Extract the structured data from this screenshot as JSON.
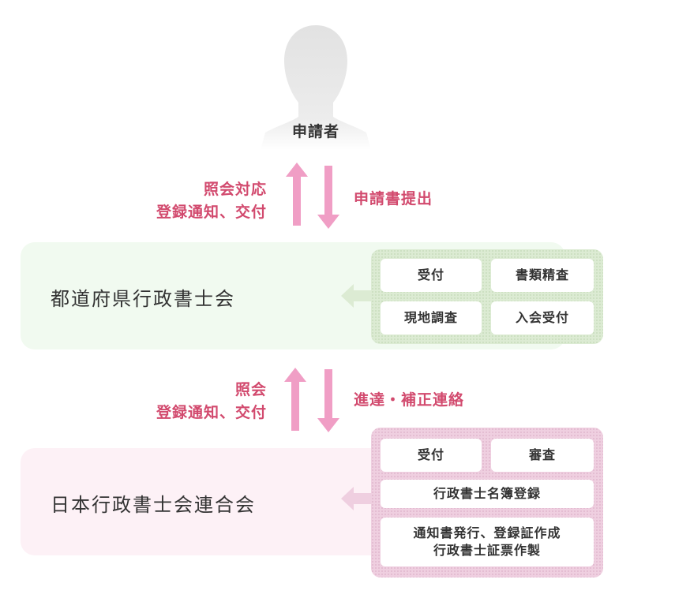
{
  "applicant": {
    "label": "申請者",
    "icon": "person-silhouette-icon"
  },
  "flow_top": {
    "up_label_lines": [
      "照会対応",
      "登録通知、交付"
    ],
    "down_label": "申請書提出"
  },
  "prefectural_association": {
    "name": "都道府県行政書士会",
    "tasks": [
      "受付",
      "書類精査",
      "現地調査",
      "入会受付"
    ],
    "colors": {
      "panel": "#f1faf0",
      "box": "#dcebd3"
    }
  },
  "flow_bottom": {
    "up_label_lines": [
      "照会",
      "登録通知、交付"
    ],
    "down_label": "進達・補正連絡"
  },
  "national_federation": {
    "name": "日本行政書士会連合会",
    "tasks": [
      "受付",
      "審査",
      "行政書士名簿登録"
    ],
    "final_task_lines": [
      "通知書発行、登録証作成",
      "行政書士証票作製"
    ],
    "colors": {
      "panel": "#fdf1f6",
      "box": "#efcfe0"
    }
  },
  "colors": {
    "accent_text": "#d24a6e",
    "arrow": "#f09ec5",
    "body_text": "#333333"
  }
}
